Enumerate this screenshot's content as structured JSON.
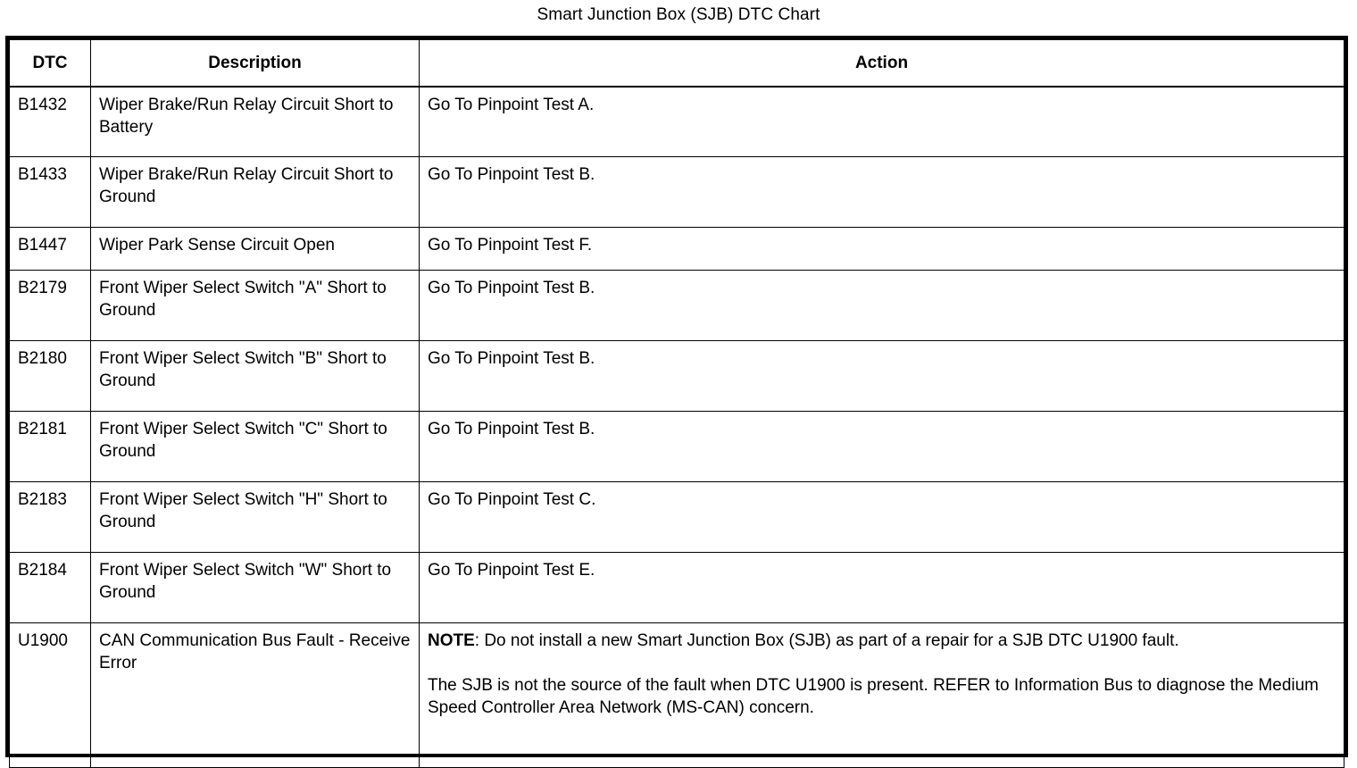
{
  "title": "Smart Junction Box (SJB) DTC Chart",
  "table": {
    "columns": [
      "DTC",
      "Description",
      "Action"
    ],
    "rows": [
      {
        "dtc": "B1432",
        "description": "Wiper Brake/Run Relay Circuit Short to Battery",
        "action": "Go To Pinpoint Test A."
      },
      {
        "dtc": "B1433",
        "description": "Wiper Brake/Run Relay Circuit Short to Ground",
        "action": "Go To Pinpoint Test B."
      },
      {
        "dtc": "B1447",
        "description": "Wiper Park Sense Circuit Open",
        "action": "Go To Pinpoint Test F."
      },
      {
        "dtc": "B2179",
        "description": "Front Wiper Select Switch \"A\" Short to Ground",
        "action": "Go To Pinpoint Test B."
      },
      {
        "dtc": "B2180",
        "description": "Front Wiper Select Switch \"B\" Short to Ground",
        "action": "Go To Pinpoint Test B."
      },
      {
        "dtc": "B2181",
        "description": "Front Wiper Select Switch \"C\" Short to Ground",
        "action": "Go To Pinpoint Test B."
      },
      {
        "dtc": "B2183",
        "description": "Front Wiper Select Switch \"H\" Short to Ground",
        "action": "Go To Pinpoint Test C."
      },
      {
        "dtc": "B2184",
        "description": "Front Wiper Select Switch \"W\" Short to Ground",
        "action": "Go To Pinpoint Test E."
      },
      {
        "dtc": "U1900",
        "description": "CAN Communication Bus Fault - Receive Error",
        "action_note_label": "NOTE",
        "action_note_paragraph_1": ": Do not install a new Smart Junction Box (SJB) as part of a repair for a SJB DTC U1900 fault.",
        "action_note_paragraph_2": "The SJB is not the source of the fault when DTC U1900 is present. REFER to Information Bus to diagnose the Medium Speed Controller Area Network (MS-CAN) concern."
      }
    ]
  }
}
